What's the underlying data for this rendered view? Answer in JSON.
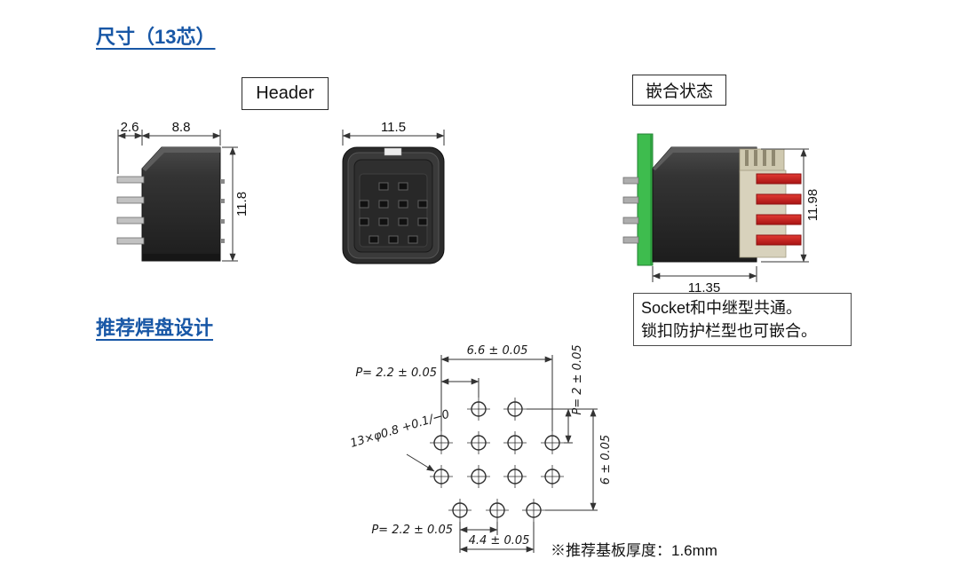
{
  "page": {
    "title_dimensions": "尺寸（13芯）",
    "title_pad": "推荐焊盘设计"
  },
  "labels": {
    "header": "Header",
    "mated": "嵌合状态"
  },
  "side_view": {
    "dim_pin_length": "2.6",
    "dim_body_width": "8.8",
    "dim_height": "11.8"
  },
  "front_view": {
    "dim_width": "11.5"
  },
  "mated_view": {
    "dim_height": "11.98",
    "dim_width": "11.35"
  },
  "note": {
    "line1": "Socket和中继型共通。",
    "line2": "锁扣防护栏型也可嵌合。"
  },
  "pad_layout": {
    "dim_span_h": "6.6 ± 0.05",
    "dim_pitch_h_top": "P= 2.2 ± 0.05",
    "dim_pitch_v": "P= 2 ± 0.05",
    "dim_span_v": "6 ± 0.05",
    "hole_callout": "13×φ0.8 +0.1/−0",
    "dim_pitch_h_bottom": "P= 2.2 ± 0.05",
    "dim_span_bottom": "4.4 ± 0.05",
    "board_note": "※推荐基板厚度：1.6mm"
  }
}
